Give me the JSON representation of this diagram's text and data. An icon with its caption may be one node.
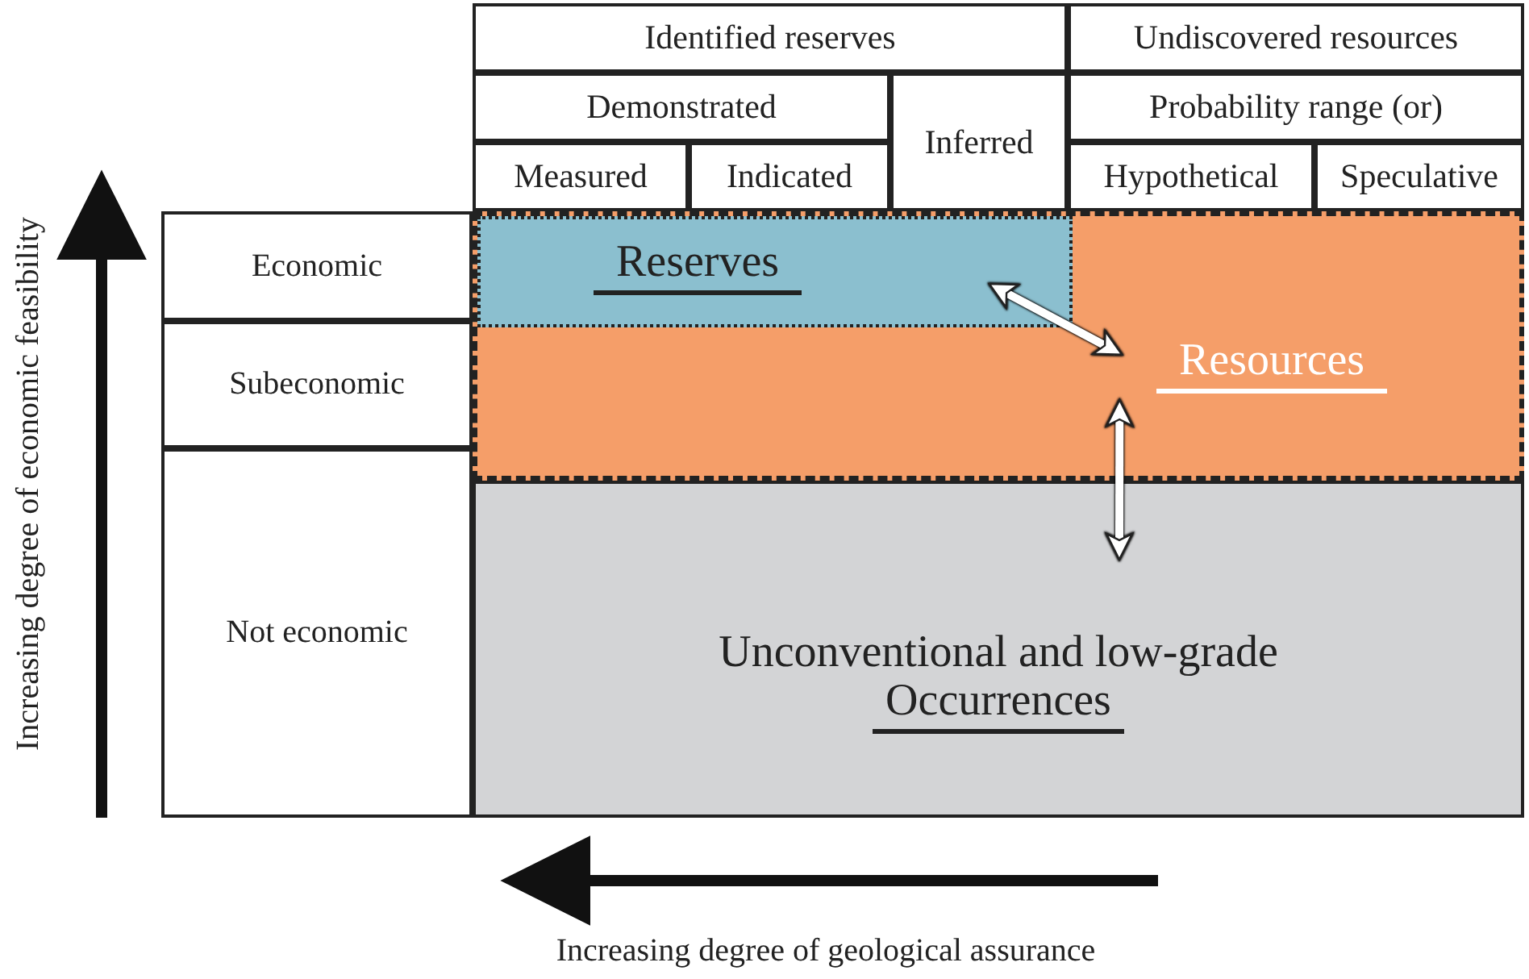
{
  "diagram": {
    "nodes": [
      {
        "text": [
          "Identified reserves"
        ]
      },
      {
        "text": [
          "Undiscovered resources"
        ]
      },
      {
        "text": [
          "Demonstrated"
        ]
      },
      {
        "text": [
          "Inferred"
        ]
      },
      {
        "text": [
          "Probability range (or)"
        ]
      },
      {
        "text": [
          "Measured"
        ]
      },
      {
        "text": [
          "Indicated"
        ]
      },
      {
        "text": [
          "Hypothetical"
        ]
      },
      {
        "text": [
          "Speculative"
        ]
      },
      {
        "text": [
          "Economic"
        ]
      },
      {
        "text": [
          "Subeconomic"
        ]
      },
      {
        "text": [
          "Not economic"
        ]
      },
      {
        "text": [],
        "shape": "box"
      },
      {
        "text": [
          "Reserves"
        ],
        "in": 12
      },
      {
        "text": [
          "Resources"
        ],
        "in": 12
      },
      {
        "text": [
          "Unconventional and low-grade",
          "Occurrences"
        ]
      }
    ],
    "edges": [
      {
        "from": 13,
        "to": 14,
        "arrow": "both"
      },
      {
        "from": 14,
        "to": 15,
        "arrow": "both"
      }
    ],
    "labels": [
      "Increasing degree of economic feasibility",
      "Increasing degree of geological assurance"
    ]
  }
}
